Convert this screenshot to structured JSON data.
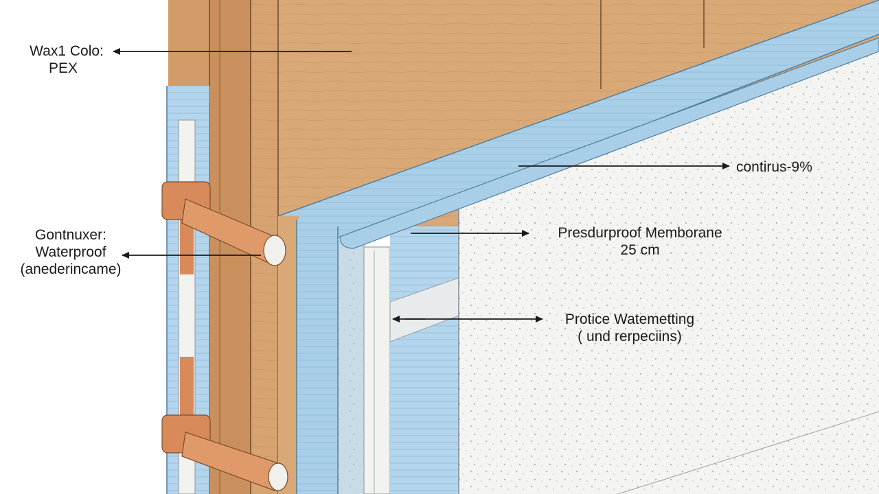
{
  "labels": {
    "pex": {
      "line1": "Wax1 Colo:",
      "line2": "PEX"
    },
    "waterproof": {
      "line1": "Gontnuxer:",
      "line2": "Waterproof",
      "line3": "(anederincame)"
    },
    "continuous": {
      "text": "contirus-9%"
    },
    "membrane": {
      "line1": "Presdurproof Memborane",
      "line2": "25 cm"
    },
    "protice": {
      "line1": "Protice Watemetting",
      "line2": "( und rerpeciins)"
    }
  },
  "colors": {
    "wood": "#d9a877",
    "wood_dark": "#b98552",
    "membrane_blue": "#a9cfe8",
    "membrane_edge": "#6f9fbf",
    "copper": "#d88a5a",
    "board": "#f4f4f2",
    "pipe_white": "#f2f2ee",
    "ink": "#1a1a1a"
  }
}
